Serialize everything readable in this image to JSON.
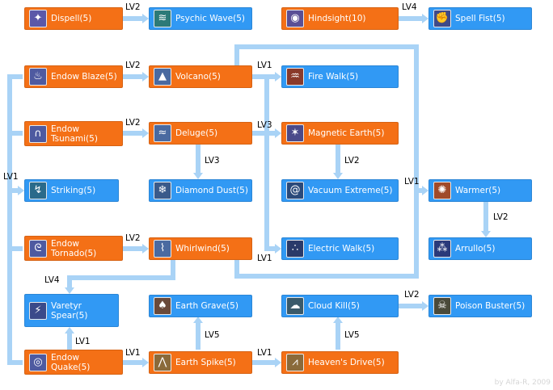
{
  "colors": {
    "root": "#f47016",
    "derived": "#3199f4",
    "connector": "#a9d3f6"
  },
  "skills": {
    "dispell": {
      "label": "Dispell(5)",
      "icon": "dispell-icon",
      "icon_bg": "#5b58a8"
    },
    "psychic_wave": {
      "label": "Psychic Wave(5)",
      "icon": "psychic-wave-icon",
      "icon_bg": "#2c7a78"
    },
    "hindsight": {
      "label": "Hindsight(10)",
      "icon": "hindsight-icon",
      "icon_bg": "#5a4f96"
    },
    "spell_fist": {
      "label": "Spell Fist(5)",
      "icon": "spell-fist-icon",
      "icon_bg": "#3e4a8a"
    },
    "endow_blaze": {
      "label": "Endow Blaze(5)",
      "icon": "endow-blaze-icon",
      "icon_bg": "#4e5aa0"
    },
    "volcano": {
      "label": "Volcano(5)",
      "icon": "volcano-icon",
      "icon_bg": "#4a6aa0"
    },
    "fire_walk": {
      "label": "Fire Walk(5)",
      "icon": "fire-walk-icon",
      "icon_bg": "#8a3a2a"
    },
    "endow_tsunami": {
      "label": "Endow\nTsunami(5)",
      "icon": "endow-tsunami-icon",
      "icon_bg": "#4e5aa0"
    },
    "deluge": {
      "label": "Deluge(5)",
      "icon": "deluge-icon",
      "icon_bg": "#4a6aa0"
    },
    "magnetic_earth": {
      "label": "Magnetic Earth(5)",
      "icon": "magnetic-earth-icon",
      "icon_bg": "#4a4a8a"
    },
    "striking": {
      "label": "Striking(5)",
      "icon": "striking-icon",
      "icon_bg": "#2a6a8a"
    },
    "diamond_dust": {
      "label": "Diamond Dust(5)",
      "icon": "diamond-dust-icon",
      "icon_bg": "#3a5a8a"
    },
    "vacuum_extreme": {
      "label": "Vacuum Extreme(5)",
      "icon": "vacuum-extreme-icon",
      "icon_bg": "#2a4a7a"
    },
    "warmer": {
      "label": "Warmer(5)",
      "icon": "warmer-icon",
      "icon_bg": "#a04a2a"
    },
    "arrullo": {
      "label": "Arrullo(5)",
      "icon": "arrullo-icon",
      "icon_bg": "#2a3a7a"
    },
    "endow_tornado": {
      "label": "Endow\nTornado(5)",
      "icon": "endow-tornado-icon",
      "icon_bg": "#4e5aa0"
    },
    "whirlwind": {
      "label": "Whirlwind(5)",
      "icon": "whirlwind-icon",
      "icon_bg": "#4a6aa0"
    },
    "electric_walk": {
      "label": "Electric Walk(5)",
      "icon": "electric-walk-icon",
      "icon_bg": "#2a3a6a"
    },
    "varetyr_spear": {
      "label": "Varetyr\nSpear(5)",
      "icon": "varetyr-spear-icon",
      "icon_bg": "#3a4a8a"
    },
    "earth_grave": {
      "label": "Earth Grave(5)",
      "icon": "earth-grave-icon",
      "icon_bg": "#6a4a3a"
    },
    "cloud_kill": {
      "label": "Cloud Kill(5)",
      "icon": "cloud-kill-icon",
      "icon_bg": "#3a5a6a"
    },
    "poison_buster": {
      "label": "Poison Buster(5)",
      "icon": "poison-buster-icon",
      "icon_bg": "#4a4a3a"
    },
    "endow_quake": {
      "label": "Endow\nQuake(5)",
      "icon": "endow-quake-icon",
      "icon_bg": "#4e5aa0"
    },
    "earth_spike": {
      "label": "Earth Spike(5)",
      "icon": "earth-spike-icon",
      "icon_bg": "#8a6a3a"
    },
    "heavens_drive": {
      "label": "Heaven's Drive(5)",
      "icon": "heavens-drive-icon",
      "icon_bg": "#8a6a3a"
    }
  },
  "edge_labels": {
    "dispell_psychic": "LV2",
    "hindsight_spellfist": "LV4",
    "blaze_volcano": "LV2",
    "volcano_firewalk": "LV1",
    "tsunami_deluge": "LV2",
    "deluge_magnetic": "LV3",
    "deluge_diamond": "LV3",
    "magnetic_vacuum": "LV2",
    "endow_striking": "LV1",
    "warmer_req": "LV1",
    "warmer_arrullo": "LV2",
    "tornado_whirlwind": "LV2",
    "whirlwind_electric": "LV1",
    "whirlwind_varetyr": "LV4",
    "quake_varetyr": "LV1",
    "quake_spike": "LV1",
    "spike_grave": "LV5",
    "spike_heavens": "LV1",
    "heavens_cloud": "LV5",
    "cloud_poison": "LV2"
  },
  "credit": "by Alfa-R, 2009"
}
